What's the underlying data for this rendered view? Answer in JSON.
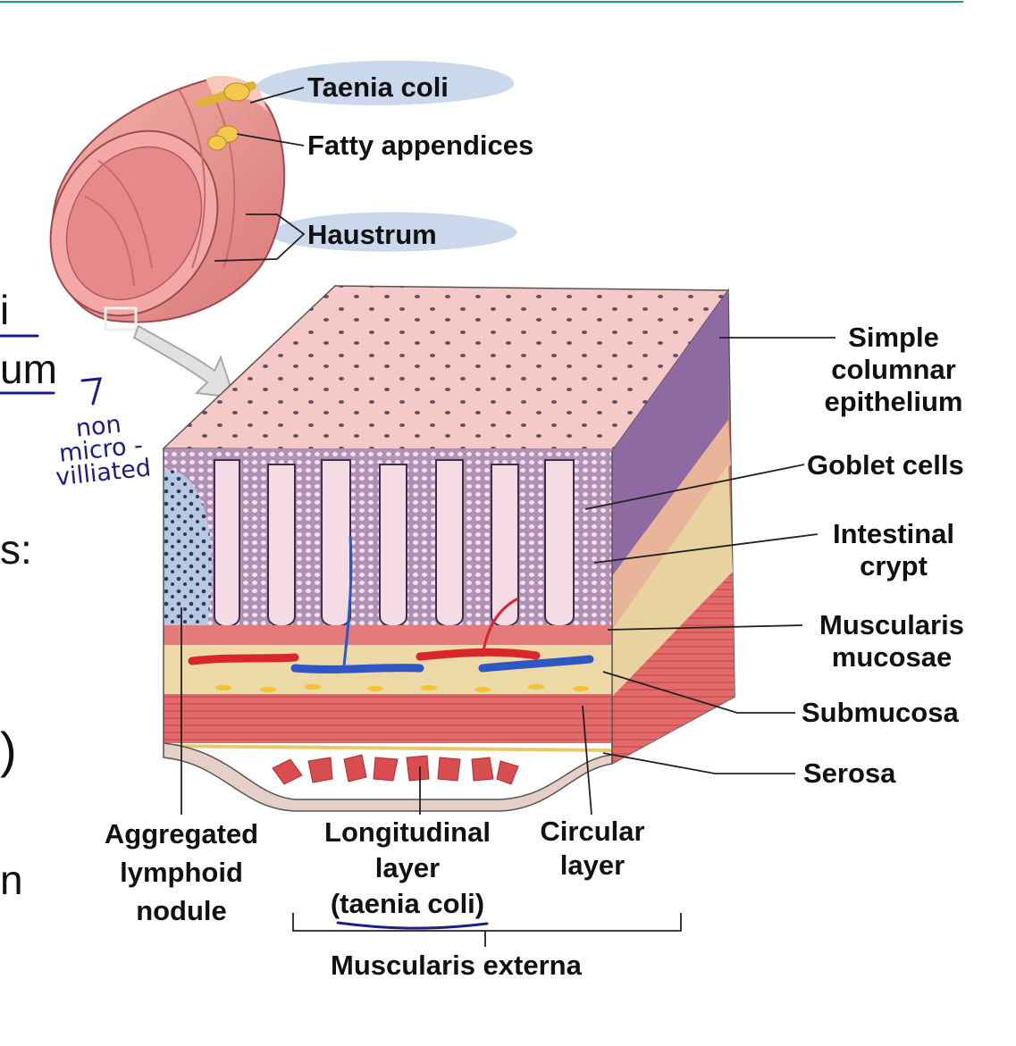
{
  "labels": {
    "taenia_coli": "Taenia coli",
    "fatty_appendices": "Fatty appendices",
    "haustrum": "Haustrum",
    "simple_columnar": [
      "Simple",
      "columnar",
      "epithelium"
    ],
    "goblet_cells": "Goblet cells",
    "intestinal_crypt": [
      "Intestinal",
      "crypt"
    ],
    "muscularis_mucosae": [
      "Muscularis",
      "mucosae"
    ],
    "submucosa": "Submucosa",
    "serosa": "Serosa",
    "aggregated_lymphoid": [
      "Aggregated",
      "lymphoid",
      "nodule"
    ],
    "longitudinal_layer": [
      "Longitudinal",
      "layer",
      "(taenia coli)"
    ],
    "circular_layer": [
      "Circular",
      "layer"
    ],
    "muscularis_externa": "Muscularis externa"
  },
  "left_fragments": {
    "line1": "i",
    "line2": "um",
    "line3": "s:",
    "line4": ")",
    "line5": "n"
  },
  "handwritten_note": [
    "non",
    "micro -",
    "villiated"
  ],
  "colors": {
    "mucosa_pink": "#f1c4c6",
    "epithelium_purple": "#8a6a9c",
    "muscle_red": "#e4555a",
    "submucosa_tan": "#ecd9a6",
    "vessel_red": "#d8262b",
    "vessel_blue": "#2e56c4",
    "label_highlight": "#c9d8ea",
    "ink_blue": "#1d1d8a"
  }
}
